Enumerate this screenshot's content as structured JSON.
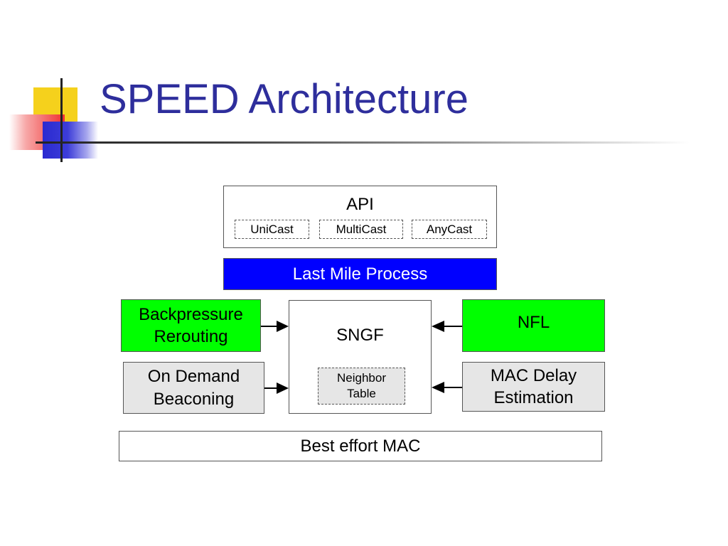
{
  "slide": {
    "title": "SPEED Architecture"
  },
  "diagram": {
    "api": {
      "label": "API",
      "modes": [
        "UniCast",
        "MultiCast",
        "AnyCast"
      ]
    },
    "last_mile": "Last Mile Process",
    "backpressure": "Backpressure\nRerouting",
    "on_demand": "On Demand\nBeaconing",
    "sngf": "SNGF",
    "neighbor_table": "Neighbor\nTable",
    "nfl": "NFL",
    "mac_delay": "MAC Delay\nEstimation",
    "best_effort": "Best effort MAC"
  },
  "colors": {
    "title": "#2e2e9c",
    "last_mile_fill": "#0000ff",
    "green_fill": "#00ff00",
    "gray_fill": "#e6e6e6"
  }
}
